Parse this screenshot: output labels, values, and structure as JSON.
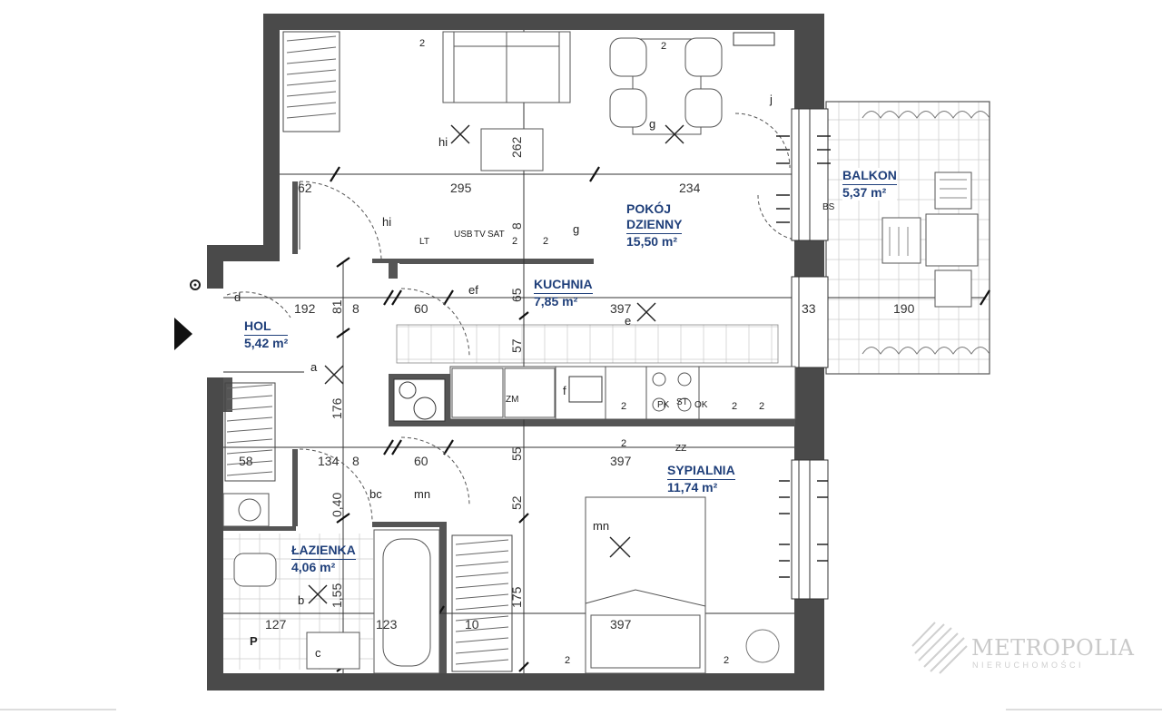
{
  "rooms": [
    {
      "name": "POKÓJ",
      "name2": "DZIENNY",
      "area": "15,50 m²"
    },
    {
      "name": "KUCHNIA",
      "area": "7,85 m²"
    },
    {
      "name": "HOL",
      "area": "5,42 m²"
    },
    {
      "name": "BALKON",
      "area": "5,37 m²"
    },
    {
      "name": "SYPIALNIA",
      "area": "11,74 m²"
    },
    {
      "name": "ŁAZIENKA",
      "area": "4,06 m²"
    }
  ],
  "dimensions": {
    "d62": "62",
    "d295": "295",
    "d234": "234",
    "d262": "262",
    "d192": "192",
    "d81": "81",
    "d8a": "8",
    "d60a": "60",
    "d65": "65",
    "d397a": "397",
    "d33": "33",
    "d190": "190",
    "d57": "57",
    "d176": "176",
    "d58": "58",
    "d134": "134",
    "d8b": "8",
    "d60b": "60",
    "d55": "55",
    "d397b": "397",
    "d040": "0,40",
    "d52": "52",
    "d155": "1,55",
    "d175": "175",
    "d127": "127",
    "d123": "123",
    "d10": "10",
    "d397c": "397",
    "d8c": "8"
  },
  "symbols": {
    "hi1": "hi",
    "hi2": "hi",
    "g1": "g",
    "g2": "g",
    "ef": "ef",
    "e": "e",
    "d": "d",
    "a": "a",
    "f": "f",
    "bc": "bc",
    "mn1": "mn",
    "mn2": "mn",
    "b": "b",
    "c": "c",
    "j": "j",
    "p": "P",
    "s2": "2",
    "lt": "LT",
    "usb": "USB",
    "tv": "TV",
    "sat": "SAT",
    "pk": "PK",
    "ok": "OK",
    "st": "ST",
    "bs": "BS",
    "zm": "ZM",
    "zz": "ZZ"
  },
  "logo": {
    "name": "METROPOLIA",
    "sub": "NIERUCHOMOŚCI"
  },
  "colors": {
    "wall": "#4a4a4a",
    "label": "#1f3f7a",
    "line": "#333333"
  }
}
